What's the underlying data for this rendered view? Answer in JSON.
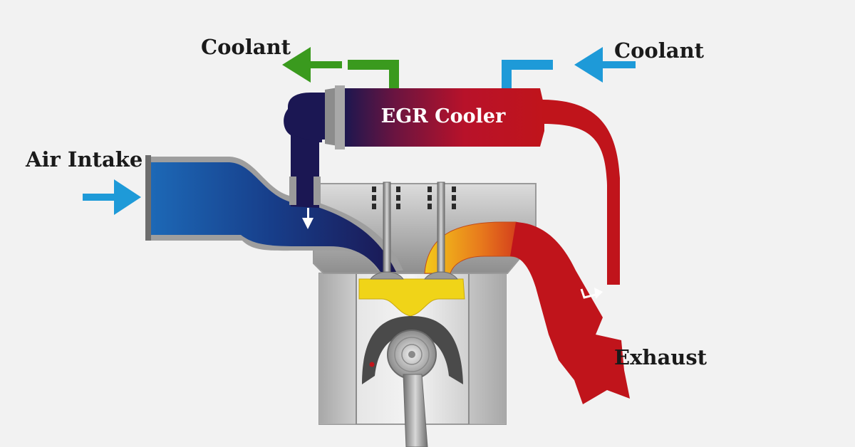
{
  "labels": {
    "coolant_out": "Coolant",
    "coolant_in": "Coolant",
    "egr_cooler": "EGR Cooler",
    "air_intake": "Air Intake",
    "exhaust": "Exhaust"
  },
  "colors": {
    "background": "#f2f2f2",
    "coolant_out": "#3a9a1e",
    "coolant_in": "#1e9ad8",
    "intake_blue": "#1a5fa8",
    "intake_dark": "#1b1753",
    "exhaust_red": "#c0141b",
    "hot_yellow": "#f0d418",
    "hot_orange": "#e8801c",
    "metal": "#b9b9b9"
  }
}
